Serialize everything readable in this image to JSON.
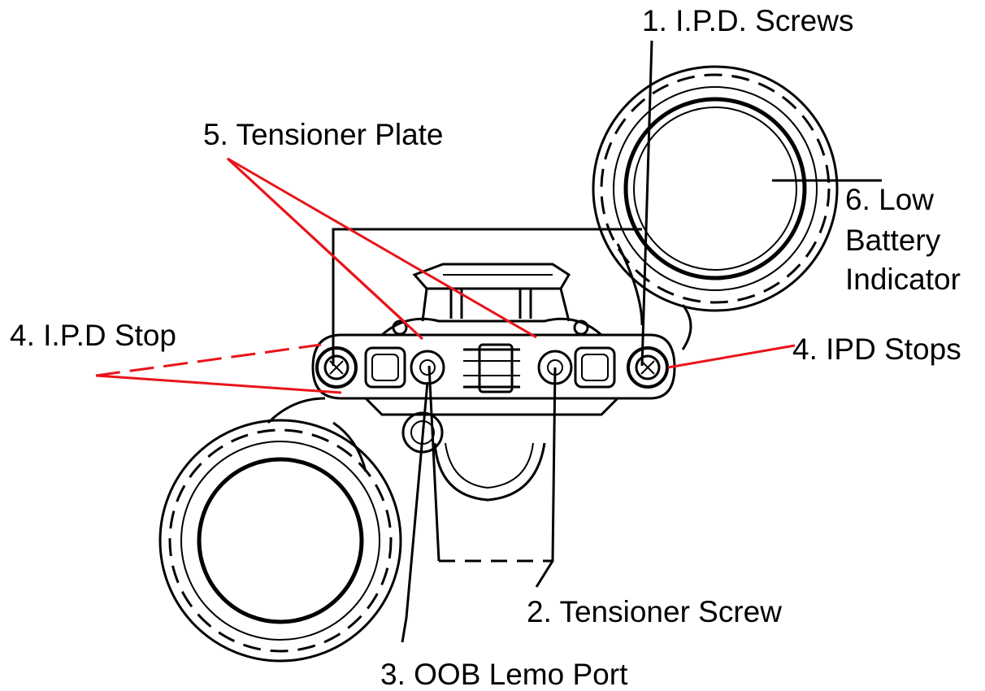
{
  "labels": {
    "ipd_screws": "1. I.P.D. Screws",
    "tensioner_plate": "5. Tensioner Plate",
    "low_battery_1": "6. Low",
    "low_battery_2": "Battery",
    "low_battery_3": "Indicator",
    "ipd_stop_left": "4. I.P.D Stop",
    "ipd_stops_right": "4. IPD Stops",
    "tensioner_screw": "2. Tensioner Screw",
    "oob_lemo_port": "3. OOB Lemo Port"
  },
  "colors": {
    "line": "#000000",
    "leader_black": "#000000",
    "leader_red": "#e8141a",
    "background": "#ffffff"
  }
}
